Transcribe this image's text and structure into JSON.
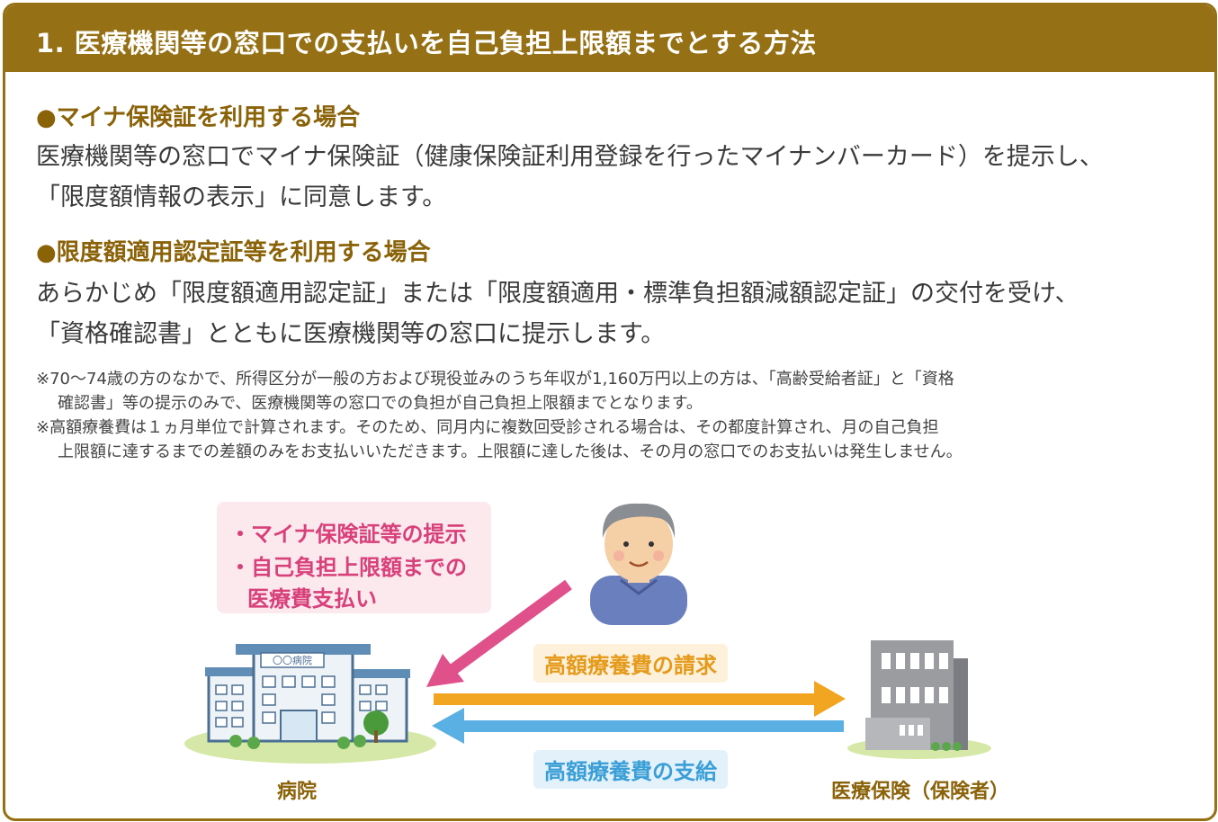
{
  "title": "1. 医療機関等の窓口での支払いを自己負担上限額までとする方法",
  "section1": {
    "heading": "●マイナ保険証を利用する場合",
    "line1": "医療機関等の窓口でマイナ保険証（健康保険証利用登録を行ったマイナンバーカード）を提示し、",
    "line2": "「限度額情報の表示」に同意します。"
  },
  "section2": {
    "heading": "●限度額適用認定証等を利用する場合",
    "line1": "あらかじめ「限度額適用認定証」または「限度額適用・標準負担額減額認定証」の交付を受け、",
    "line2": "「資格確認書」とともに医療機関等の窓口に提示します。"
  },
  "notes": {
    "n1a": "※70～74歳の方のなかで、所得区分が一般の方および現役並みのうち年収が1,160万円以上の方は、「高齢受給者証」と「資格",
    "n1b": "確認書」等の提示のみで、医療機関等の窓口での負担が自己負担上限額までとなります。",
    "n2a": "※高額療養費は１ヵ月単位で計算されます。そのため、同月内に複数回受診される場合は、その都度計算され、月の自己負担",
    "n2b": "上限額に達するまでの差額のみをお支払いいただきます。上限額に達した後は、その月の窓口でのお支払いは発生しません。"
  },
  "diagram": {
    "pink_item1": "・マイナ保険証等の提示",
    "pink_item2": "・自己負担上限額までの",
    "pink_item3": "医療費支払い",
    "hospital_sign": "〇〇病院",
    "claim_label": "高額療養費の請求",
    "payment_label": "高額療養費の支給",
    "hospital_label": "病院",
    "insurer_label": "医療保険（保険者）",
    "colors": {
      "brown": "#957014",
      "pink": "#e0508a",
      "orange": "#f2a521",
      "blue": "#5aafe3"
    }
  }
}
